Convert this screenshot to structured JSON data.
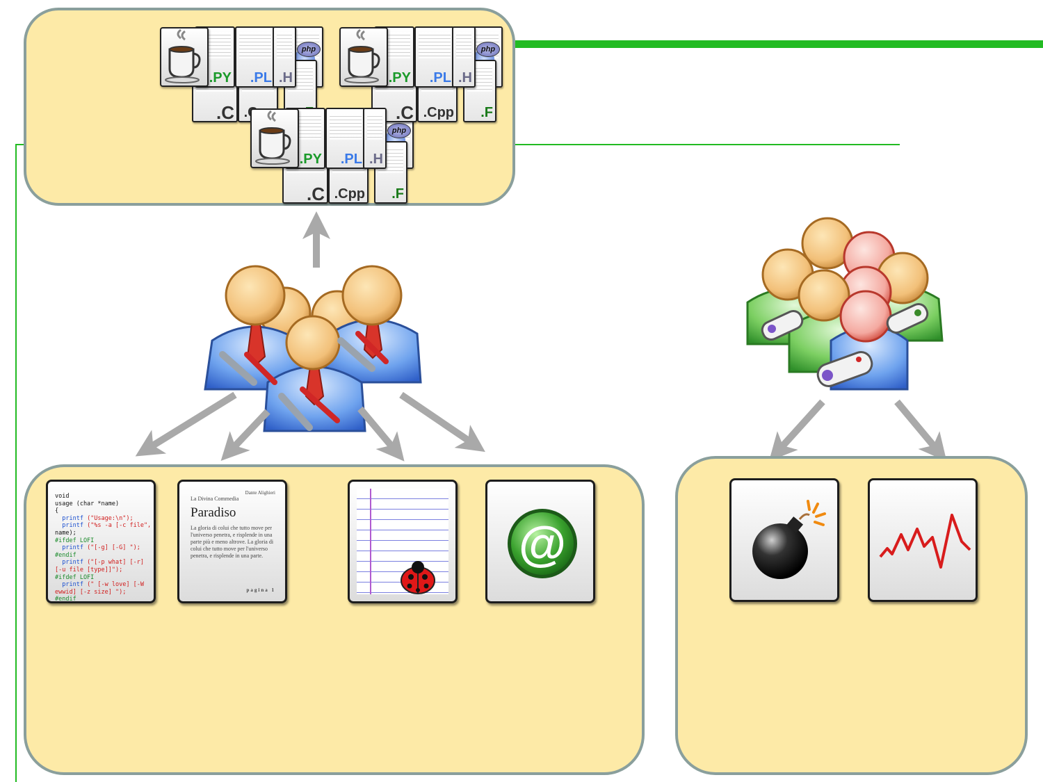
{
  "source_stacks": [
    {
      "cup": "java-cup-icon",
      "extensions": [
        ".PY",
        ".PL",
        ".H",
        ".C",
        ".Cpp",
        ".F"
      ],
      "badge": "php"
    },
    {
      "cup": "java-cup-icon",
      "extensions": [
        ".PY",
        ".PL",
        ".H",
        ".C",
        ".Cpp",
        ".F"
      ],
      "badge": "php"
    },
    {
      "cup": "java-cup-icon",
      "extensions": [
        ".PY",
        ".PL",
        ".H",
        ".C",
        ".Cpp",
        ".F"
      ],
      "badge": "php"
    }
  ],
  "tiles": {
    "code": {
      "icon": "source-code-icon",
      "lines": [
        "void",
        "usage (char *name)",
        "{",
        "  printf (\"Usage:\\n\");",
        "  printf (\"%s -a [-c file\",",
        "name);",
        "#ifdef LOFI",
        "  printf (\"[-g] [-G] \");",
        "#endif",
        "  printf (\"[-p what] [-r]",
        "[-u file [type]]\");",
        "#ifdef LOFI",
        "  printf (\" [-w love] [-W",
        "ewwid] [-z size] \");",
        "#endif"
      ]
    },
    "document": {
      "icon": "document-icon",
      "author": "Dante Alighieri",
      "work": "La Divina Commedia",
      "title": "Paradiso",
      "body": "La gloria di colui che tutto move per l'universo penetra, e risplende in una parte più e meno altrove. La gloria di colui che tutto move per l'universo penetra, e risplende in una parte.",
      "page": "pagina 1"
    },
    "bug": {
      "icon": "bug-report-icon"
    },
    "mail": {
      "icon": "email-at-icon",
      "glyph": "@"
    },
    "crash": {
      "icon": "bomb-icon"
    },
    "perf": {
      "icon": "line-graph-icon"
    }
  },
  "groups": {
    "developers": {
      "icon": "developers-group-icon"
    },
    "gamers": {
      "icon": "gamers-group-icon"
    }
  },
  "colors": {
    "panel_fill": "#fdeaa7",
    "panel_border": "#8a9f9c",
    "connector": "#22bb22",
    "arrow": "#a9a9a9"
  }
}
